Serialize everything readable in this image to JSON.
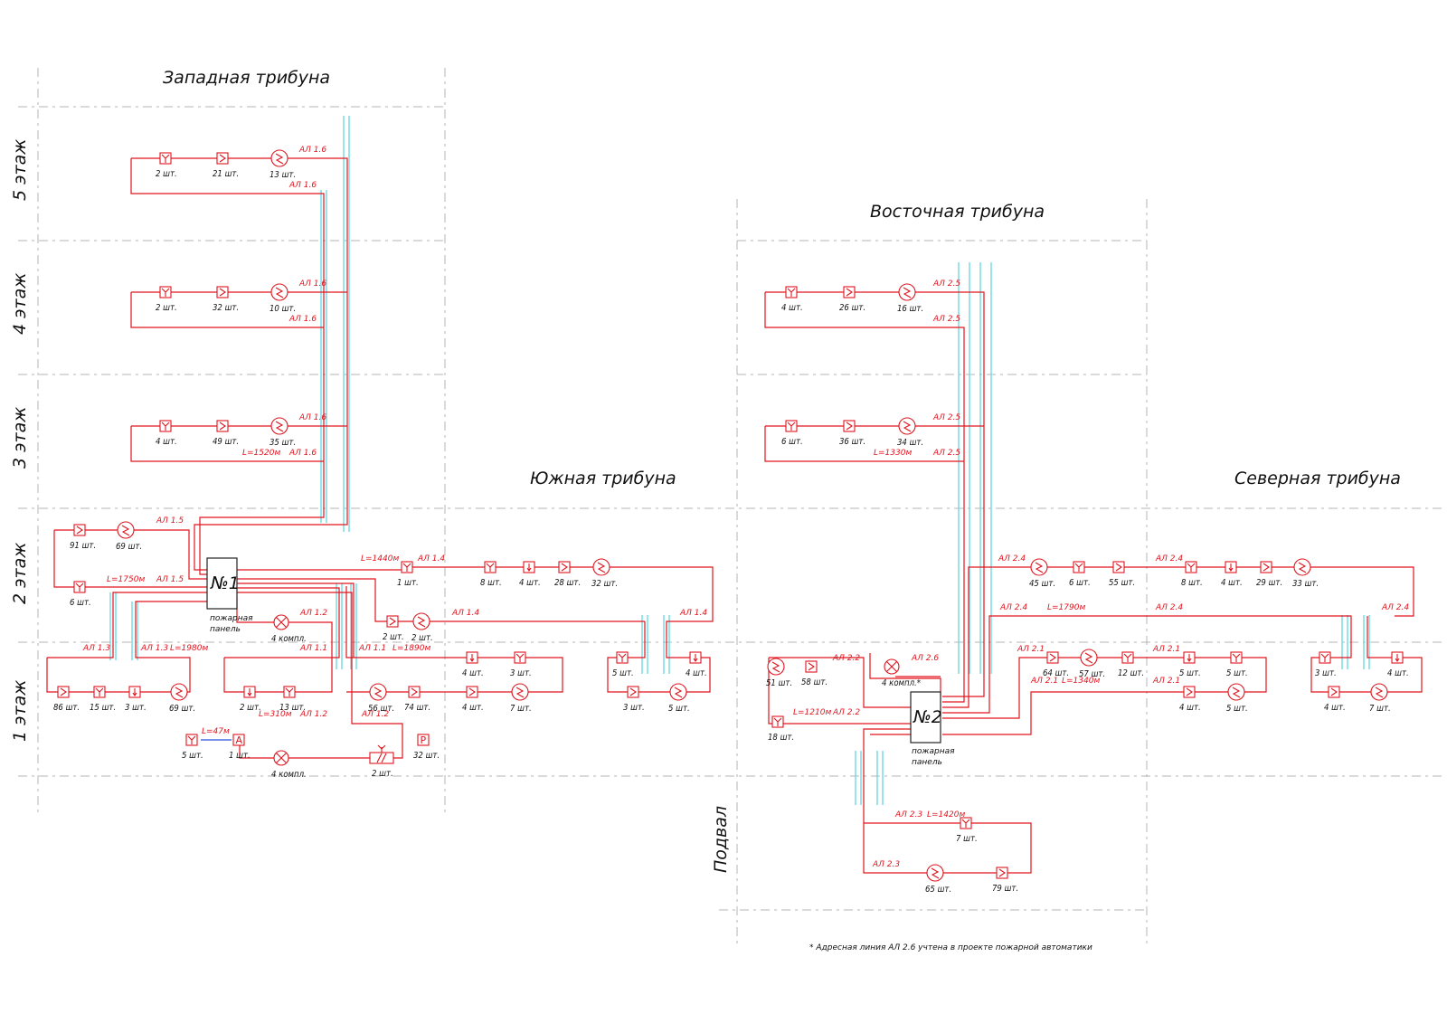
{
  "titles": {
    "west": "Западная трибуна",
    "east": "Восточная трибуна",
    "south": "Южная трибуна",
    "north": "Северная трибуна"
  },
  "floors": {
    "f5": "5 этаж",
    "f4": "4 этаж",
    "f3": "3 этаж",
    "f2": "2 этаж",
    "f1": "1 этаж",
    "basement": "Подвал"
  },
  "panels": {
    "p1": {
      "number": "№1",
      "caption_line1": "пожарная",
      "caption_line2": "панель"
    },
    "p2": {
      "number": "№2",
      "caption_line1": "пожарная",
      "caption_line2": "панель"
    }
  },
  "colors": {
    "wire": "#e0141e",
    "riser": "#6fd8e4",
    "aux": "#4a6ee0",
    "grid": "#b5b5b5"
  },
  "footnote": "* Адресная линия АЛ 2.6 учтена в проекте пожарной автоматики",
  "counts": {
    "w5a": "2 шт.",
    "w5b": "21 шт.",
    "w5c": "13 шт.",
    "w4a": "2 шт.",
    "w4b": "32 шт.",
    "w4c": "10 шт.",
    "w3a": "4 шт.",
    "w3b": "49 шт.",
    "w3c": "35 шт.",
    "w2a": "91 шт.",
    "w2b": "69 шт.",
    "w2c": "6 шт.",
    "w1a": "86 шт.",
    "w1b": "15 шт.",
    "w1c": "3 шт.",
    "w1d": "69 шт.",
    "w1e": "2 шт.",
    "w1f": "13 шт.",
    "w1g": "56 шт.",
    "w1h": "74 шт.",
    "w1i": "4 шт.",
    "w1j": "7 шт.",
    "w1k": "4 шт.",
    "w1l": "3 шт.",
    "p1a": "4 компл.",
    "p1b": "2 шт.",
    "p1c": "2 шт.",
    "aux1": "5 шт.",
    "aux2": "1 шт.",
    "aux3": "4 компл.",
    "aux4": "2 шт.",
    "aux5": "32 шт.",
    "s2a": "1 шт.",
    "s2b": "8 шт.",
    "s2c": "4 шт.",
    "s2d": "28 шт.",
    "s2e": "32 шт.",
    "s1a": "5 шт.",
    "s1b": "4 шт.",
    "s1c": "3 шт.",
    "s1d": "5 шт.",
    "e5a": "4 шт.",
    "e5b": "26 шт.",
    "e5c": "16 шт.",
    "e4a": "6 шт.",
    "e4b": "36 шт.",
    "e4c": "34 шт.",
    "e1a": "51 шт.",
    "e1b": "58 шт.",
    "e1c": "18 шт.",
    "e1d": "4 компл.*",
    "n2a": "45 шт.",
    "n2b": "6 шт.",
    "n2c": "55 шт.",
    "n2d": "8 шт.",
    "n2e": "4 шт.",
    "n2f": "29 шт.",
    "n2g": "33 шт.",
    "n1a": "64 шт.",
    "n1b": "57 шт.",
    "n1c": "12 шт.",
    "n1d": "5 шт.",
    "n1e": "5 шт.",
    "n1f": "4 шт.",
    "n1g": "5 шт.",
    "n1h": "3 шт.",
    "n1i": "4 шт.",
    "n1j": "4 шт.",
    "n1k": "7 шт.",
    "b1": "7 шт.",
    "b2": "65 шт.",
    "b3": "79 шт."
  },
  "lines": {
    "al16": "АЛ 1.6",
    "al15": "АЛ 1.5",
    "al14": "АЛ 1.4",
    "al13": "АЛ 1.3",
    "al12": "АЛ 1.2",
    "al11": "АЛ 1.1",
    "al25": "АЛ 2.5",
    "al24": "АЛ 2.4",
    "al22": "АЛ 2.2",
    "al26": "АЛ 2.6",
    "al21": "АЛ 2.1",
    "al23": "АЛ 2.3",
    "L1520": "L=1520м",
    "L1750": "L=1750м",
    "L1440": "L=1440м",
    "L1980": "L=1980м",
    "L1890": "L=1890м",
    "L310": "L=310м",
    "L47": "L=47м",
    "L1330": "L=1330м",
    "L1790": "L=1790м",
    "L1210": "L=1210м",
    "L1340": "L=1340м",
    "L1420": "L=1420м"
  },
  "letters": {
    "a": "A",
    "p": "P"
  }
}
